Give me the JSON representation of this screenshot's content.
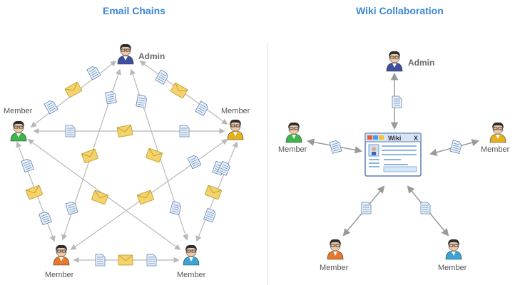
{
  "left_panel": {
    "title": "Email Chains",
    "admin_label": "Admin",
    "member_labels": [
      "Member",
      "Member",
      "Member",
      "Member"
    ]
  },
  "right_panel": {
    "title": "Wiki Collaboration",
    "admin_label": "Admin",
    "wiki_window_title": "Wiki",
    "wiki_window_close": "X",
    "member_labels": [
      "Member",
      "Member",
      "Member",
      "Member"
    ]
  },
  "colors": {
    "title": "#3b86d6",
    "arrow": "#b8b8b8",
    "envelope": "#f3d36a",
    "document": "#e9f1fb",
    "admin_shirt": "#3f4fa0",
    "member_green": "#3cb54a",
    "member_yellow": "#e6b21c",
    "member_orange": "#e8772a",
    "member_cyan": "#39a6d6"
  }
}
